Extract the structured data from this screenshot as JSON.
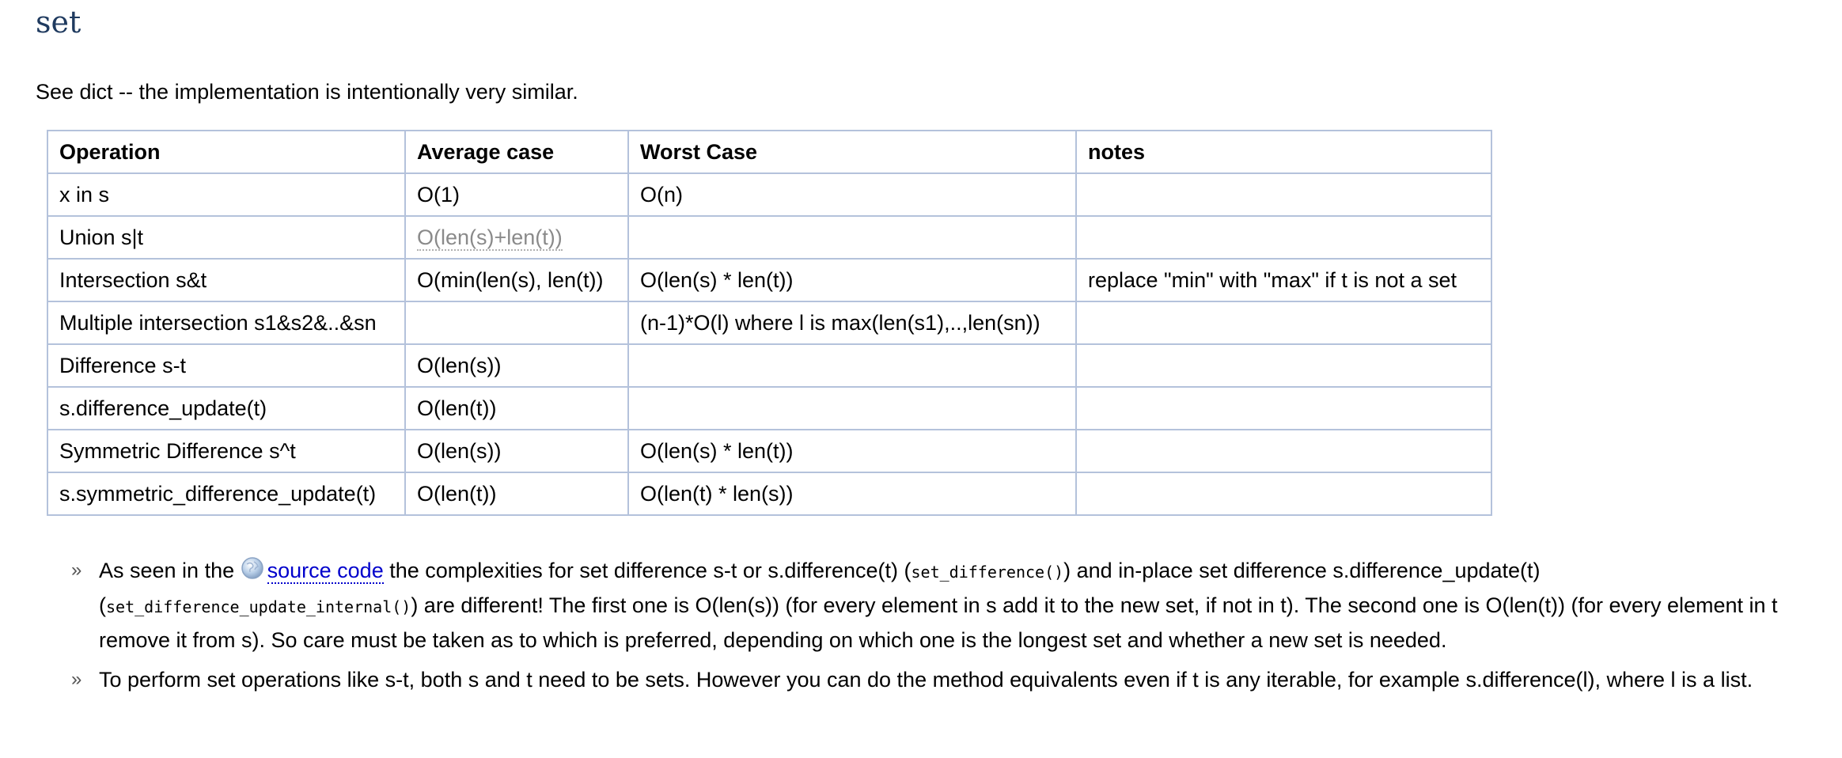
{
  "heading": "set",
  "intro": "See dict -- the implementation is intentionally very similar.",
  "table": {
    "headers": [
      "Operation",
      "Average case",
      "Worst Case",
      "notes"
    ],
    "rows": [
      [
        "x in s",
        "O(1)",
        "O(n)",
        ""
      ],
      [
        "Union s|t",
        "O(len(s)+len(t))",
        "",
        ""
      ],
      [
        "Intersection s&t",
        "O(min(len(s), len(t))",
        "O(len(s) * len(t))",
        "replace \"min\" with \"max\" if t is not a set"
      ],
      [
        "Multiple intersection s1&s2&..&sn",
        "",
        "(n-1)*O(l) where l is max(len(s1),..,len(sn))",
        ""
      ],
      [
        "Difference s-t",
        "O(len(s))",
        "",
        ""
      ],
      [
        "s.difference_update(t)",
        "O(len(t))",
        "",
        ""
      ],
      [
        "Symmetric Difference s^t",
        "O(len(s))",
        "O(len(s) * len(t))",
        ""
      ],
      [
        "s.symmetric_difference_update(t)",
        "O(len(t))",
        "O(len(t) * len(s))",
        ""
      ]
    ]
  },
  "notes": {
    "bullet": "»",
    "item1": {
      "before_link": "As seen in the ",
      "link_icon": "globe-icon",
      "link_text": "source code",
      "after_link": " the complexities for set difference s-t or s.difference(t) (",
      "code1": "set_difference()",
      "middle": ") and in-place set difference s.difference_update(t) (",
      "code2": "set_difference_update_internal()",
      "after_code": ") are different! The first one is O(len(s)) (for every element in s add it to the new set, if not in t). The second one is O(len(t)) (for every element in t remove it from s). So care must be taken as to which is preferred, depending on which one is the longest set and whether a new set is needed."
    },
    "item2": "To perform set operations like s-t, both s and t need to be sets. However you can do the method equivalents even if t is any iterable, for example s.difference(l), where l is a list."
  },
  "colors": {
    "heading": "#1f3a5f",
    "table_border": "#b4c2db",
    "link": "#0000cc",
    "faded_text": "#8a8a8a"
  }
}
